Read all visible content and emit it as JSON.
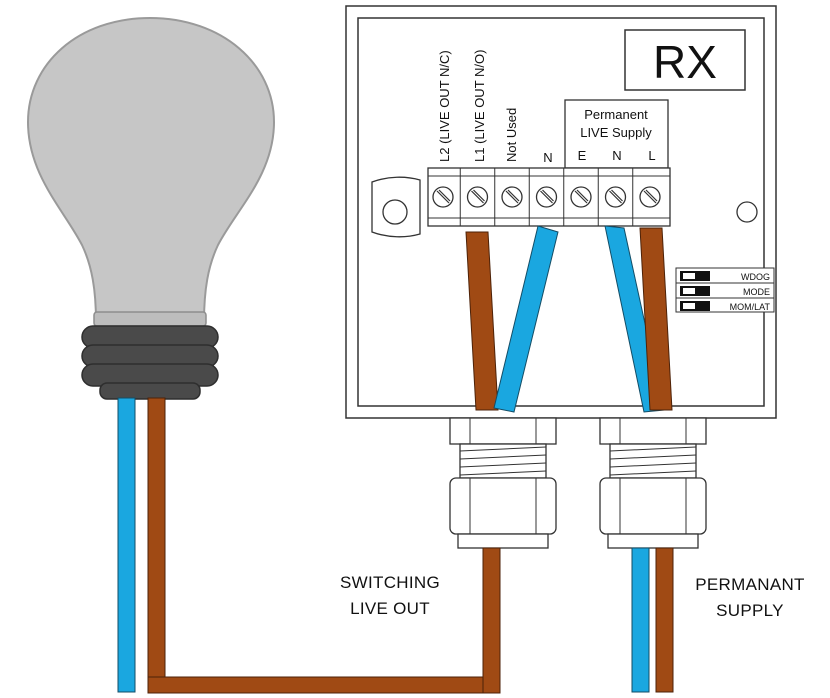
{
  "receiver": {
    "title": "RX",
    "terminals": {
      "l2": "L2 (LIVE OUT N/C)",
      "l1": "L1 (LIVE OUT N/O)",
      "not_used": "Not Used",
      "n_out": "N",
      "perm_e": "E",
      "perm_n": "N",
      "perm_l": "L"
    },
    "permanent_supply_box": [
      "Permanent",
      "LIVE Supply"
    ],
    "dip_switches": [
      "WDOG",
      "MODE",
      "MOM/LAT"
    ]
  },
  "captions": {
    "switching": [
      "SWITCHING",
      "LIVE OUT"
    ],
    "permanent": [
      "PERMANANT",
      "SUPPLY"
    ]
  },
  "colors": {
    "live_brown": "#a04a14",
    "neutral_blue": "#1aa7e0",
    "bulb_glass": "#c6c6c6",
    "bulb_cap": "#4a4a4a"
  }
}
